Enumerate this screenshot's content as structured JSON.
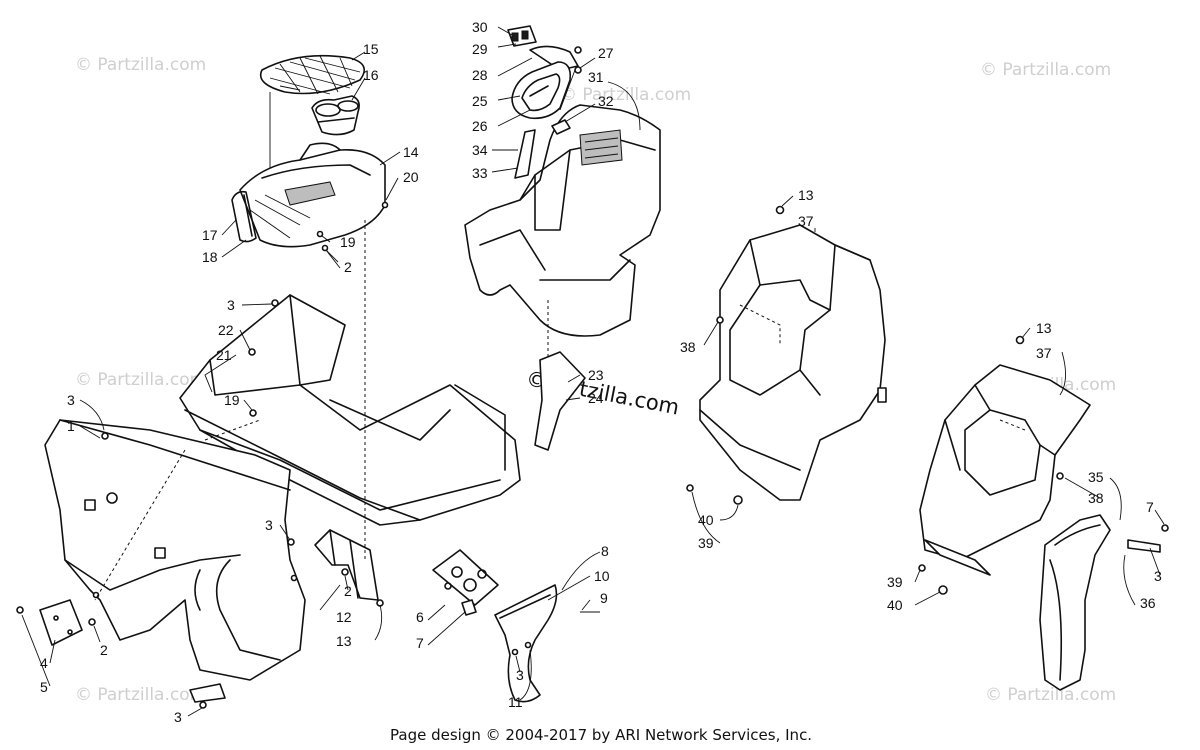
{
  "watermark": {
    "text": "© Partzilla.com",
    "center_text": "©Partzilla.com"
  },
  "footer": {
    "text": "Page design © 2004-2017 by ARI Network Services, Inc."
  },
  "callouts": {
    "c30": "30",
    "c29": "29",
    "c28": "28",
    "c25": "25",
    "c26": "26",
    "c27": "27",
    "c31": "31",
    "c32": "32",
    "c34": "34",
    "c33": "33",
    "c15": "15",
    "c16": "16",
    "c14": "14",
    "c20": "20",
    "c17": "17",
    "c18": "18",
    "c19a": "19",
    "c2a": "2",
    "c3a": "3",
    "c22": "22",
    "c21": "21",
    "c19b": "19",
    "c3b": "3",
    "c1": "1",
    "c23": "23",
    "c24": "24",
    "c13a": "13",
    "c37a": "37",
    "c38a": "38",
    "c40a": "40",
    "c39a": "39",
    "c13b": "13",
    "c37b": "37",
    "c35": "35",
    "c38b": "38",
    "c7a": "7",
    "c3c": "3",
    "c36": "36",
    "c39b": "39",
    "c40b": "40",
    "c3d": "3",
    "c2b": "2",
    "c12": "12",
    "c13c": "13",
    "c8": "8",
    "c10": "10",
    "c9": "9",
    "c6": "6",
    "c7b": "7",
    "c3e": "3",
    "c11": "11",
    "c4": "4",
    "c5": "5",
    "c2c": "2",
    "c3f": "3"
  }
}
